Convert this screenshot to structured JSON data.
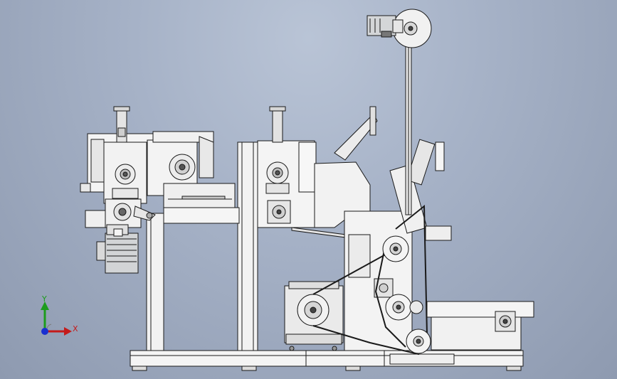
{
  "viewport": {
    "background_top": "#b9c4d6",
    "background_bottom": "#8e9ab0",
    "model_name": "",
    "line_color": "#1a1a1a",
    "part_fill": "#f2f2f2"
  },
  "triad": {
    "x_label": "X",
    "y_label": "Y",
    "x_color": "#c41a1a",
    "y_color": "#1c9c1c",
    "z_color": "#1a2fd0"
  },
  "parts": {
    "motors": [
      "main-motor",
      "top-drive-motor"
    ],
    "gearbox": "lower-gearbox",
    "belt": "drive-belt"
  }
}
